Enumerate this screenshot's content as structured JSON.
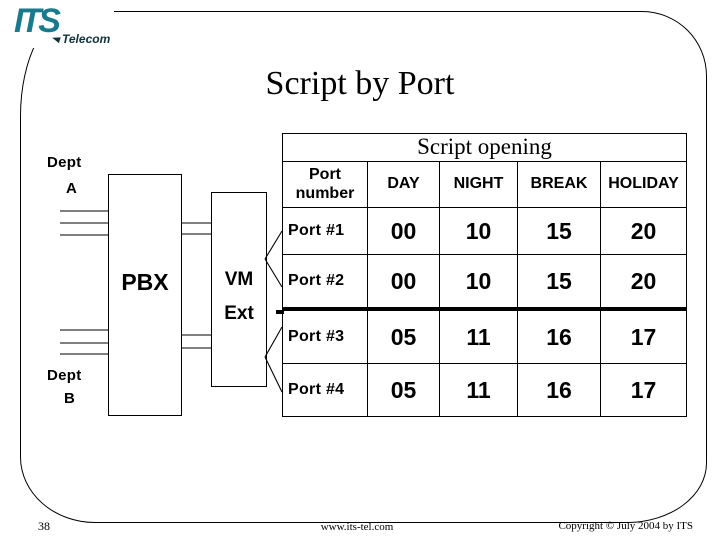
{
  "slide": {
    "title": "Script by Port",
    "page_number": "38",
    "website": "www.its-tel.com",
    "copyright": "Copyright © July 2004 by ITS"
  },
  "logo": {
    "brand": "ITS",
    "tagline": "Telecom",
    "brand_color": "#187a8b",
    "tagline_color": "#10323d"
  },
  "diagram": {
    "dept_a_label": "Dept",
    "dept_a_letter": "A",
    "dept_b_label": "Dept",
    "dept_b_letter": "B",
    "pbx_label": "PBX",
    "vm_label": "VM",
    "vm_ext_label": "Ext"
  },
  "table": {
    "title": "Script opening",
    "columns": [
      "Port number",
      "DAY",
      "NIGHT",
      "BREAK",
      "HOLIDAY"
    ],
    "rows": [
      {
        "port": "Port #1",
        "day": "00",
        "night": "10",
        "break": "15",
        "holiday": "20"
      },
      {
        "port": "Port #2",
        "day": "00",
        "night": "10",
        "break": "15",
        "holiday": "20"
      },
      {
        "port": "Port #3",
        "day": "05",
        "night": "11",
        "break": "16",
        "holiday": "17"
      },
      {
        "port": "Port #4",
        "day": "05",
        "night": "11",
        "break": "16",
        "holiday": "17"
      }
    ]
  }
}
